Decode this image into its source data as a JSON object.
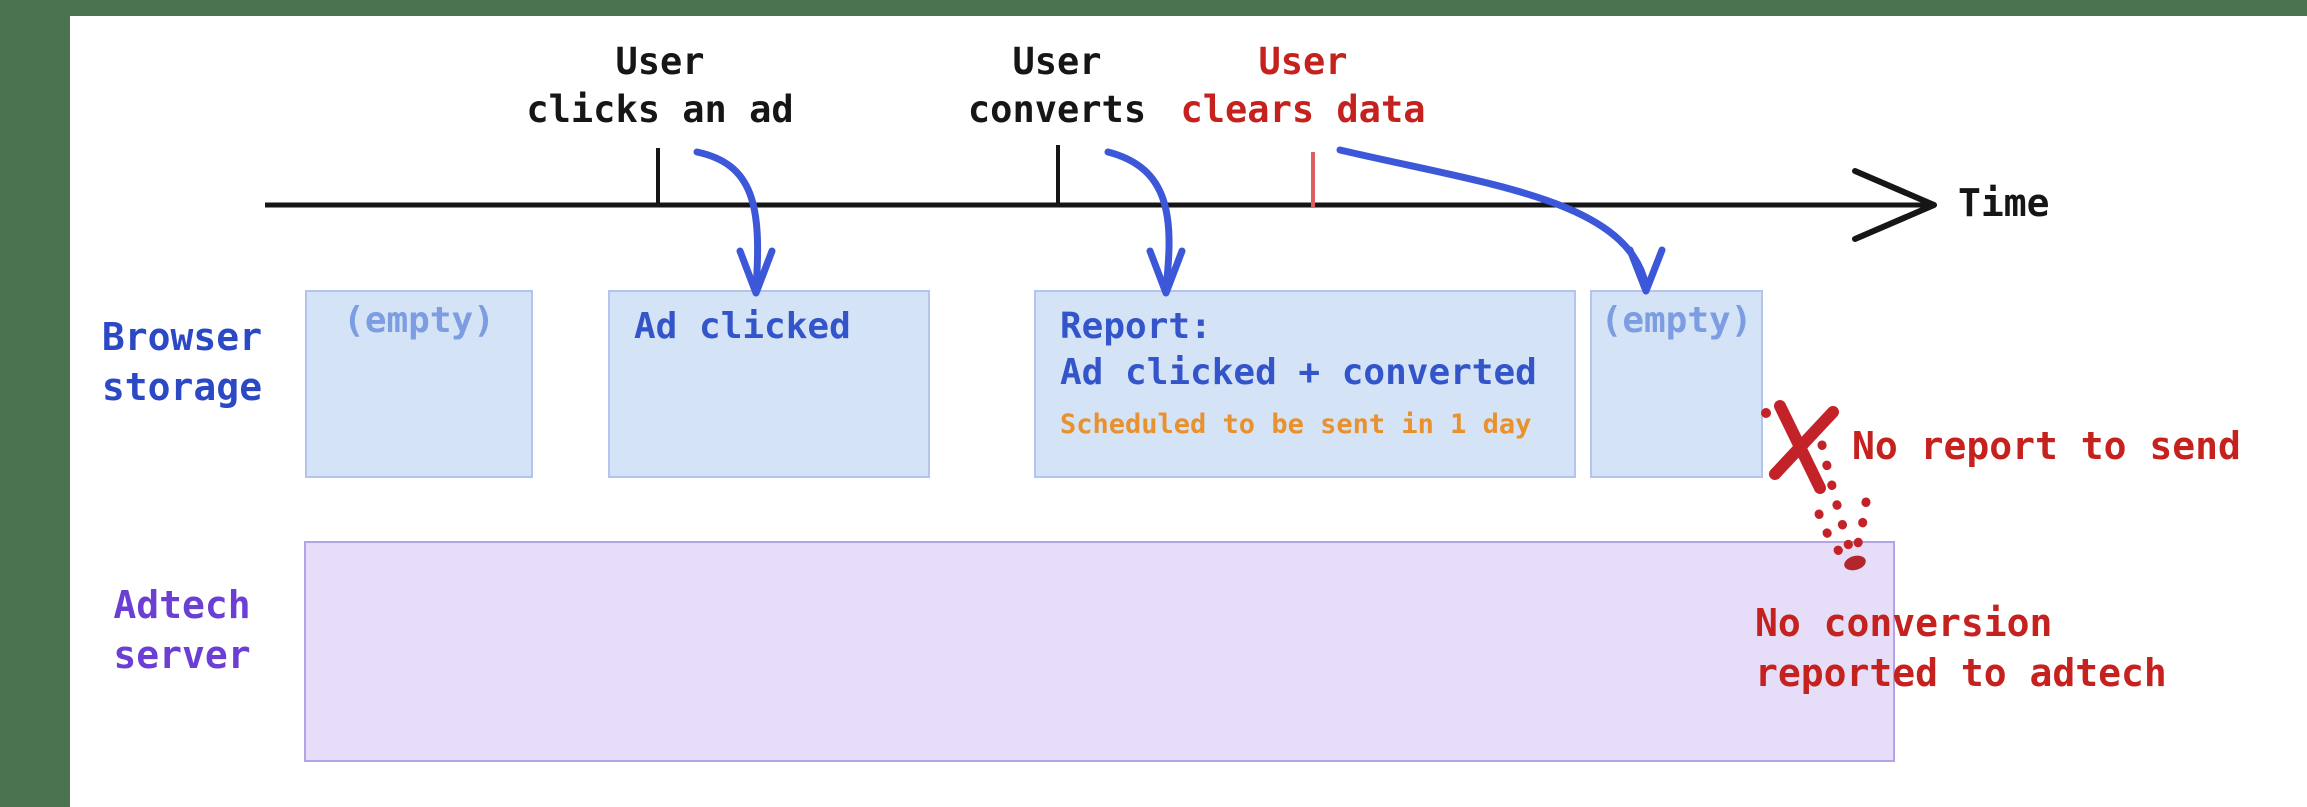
{
  "timeline": {
    "axis_label": "Time",
    "events": {
      "click": {
        "line1": "User",
        "line2": "clicks an ad"
      },
      "convert": {
        "line1": "User",
        "line2": "converts"
      },
      "clear": {
        "line1": "User",
        "line2": "clears data"
      }
    }
  },
  "rows": {
    "browser": {
      "line1": "Browser",
      "line2": "storage"
    },
    "adtech": {
      "line1": "Adtech",
      "line2": "server"
    }
  },
  "storage_boxes": {
    "empty_before": "(empty)",
    "ad_clicked": "Ad clicked",
    "report": {
      "line1": "Report:",
      "line2": "Ad clicked + converted",
      "note": "Scheduled to be sent in 1 day"
    },
    "empty_after": "(empty)"
  },
  "annotations": {
    "no_report": "No report to send",
    "no_conversion": {
      "line1": "No conversion",
      "line2": "reported to adtech"
    }
  },
  "colors": {
    "frame_green": "#4a7450",
    "ink_black": "#161616",
    "arrow_blue": "#3c58d8",
    "tick_red": "#dd5e5e",
    "alert_red": "#c5221f",
    "x_red": "#c32328",
    "blob_red": "#b3262e",
    "storage_box_fill": "#d4e3f6",
    "storage_box_border": "#b3c5ee",
    "storage_text_blue": "#3355c9",
    "empty_text_blue": "#7d9de2",
    "note_orange": "#e8912d",
    "browser_label_blue": "#2b49c5",
    "adtech_label_purple": "#6b3fd4",
    "adtech_box_fill": "#e6def8",
    "adtech_box_border": "#b4a3e6"
  }
}
